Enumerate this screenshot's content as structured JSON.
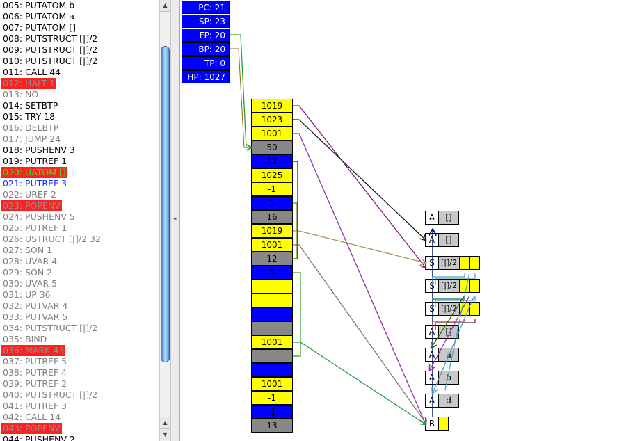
{
  "code_lines": [
    {
      "text": "005: PUTATOM b",
      "state": "cur"
    },
    {
      "text": "006: PUTATOM a",
      "state": "cur"
    },
    {
      "text": "007: PUTATOM []",
      "state": "cur"
    },
    {
      "text": "008: PUTSTRUCT [|]/2",
      "state": "cur"
    },
    {
      "text": "009: PUTSTRUCT [|]/2",
      "state": "cur"
    },
    {
      "text": "010: PUTSTRUCT [|]/2",
      "state": "cur"
    },
    {
      "text": "011: CALL 44",
      "state": "cur"
    },
    {
      "text": "012: HALT 1",
      "state": "bp"
    },
    {
      "text": "013: NO",
      "state": "done"
    },
    {
      "text": "014: SETBTP",
      "state": "cur"
    },
    {
      "text": "015: TRY 18",
      "state": "cur"
    },
    {
      "text": "016: DELBTP",
      "state": "done"
    },
    {
      "text": "017: JUMP 24",
      "state": "done"
    },
    {
      "text": "018: PUSHENV 3",
      "state": "cur"
    },
    {
      "text": "019: PUTREF 1",
      "state": "cur"
    },
    {
      "text": "020: UATOM []",
      "state": "bpgreen"
    },
    {
      "text": "021: PUTREF 3",
      "state": "sel"
    },
    {
      "text": "022: UREF 2",
      "state": "done"
    },
    {
      "text": "023: POPENV",
      "state": "bp"
    },
    {
      "text": "024: PUSHENV 5",
      "state": "done"
    },
    {
      "text": "025: PUTREF 1",
      "state": "done"
    },
    {
      "text": "026: USTRUCT [|]/2 32",
      "state": "done"
    },
    {
      "text": "027: SON 1",
      "state": "done"
    },
    {
      "text": "028: UVAR 4",
      "state": "done"
    },
    {
      "text": "029: SON 2",
      "state": "done"
    },
    {
      "text": "030: UVAR 5",
      "state": "done"
    },
    {
      "text": "031: UP 36",
      "state": "done"
    },
    {
      "text": "032: PUTVAR 4",
      "state": "done"
    },
    {
      "text": "033: PUTVAR 5",
      "state": "done"
    },
    {
      "text": "034: PUTSTRUCT [|]/2",
      "state": "done"
    },
    {
      "text": "035: BIND",
      "state": "done"
    },
    {
      "text": "036: MARK 43",
      "state": "bp"
    },
    {
      "text": "037: PUTREF 5",
      "state": "done"
    },
    {
      "text": "038: PUTREF 4",
      "state": "done"
    },
    {
      "text": "039: PUTREF 2",
      "state": "done"
    },
    {
      "text": "040: PUTSTRUCT [|]/2",
      "state": "done"
    },
    {
      "text": "041: PUTREF 3",
      "state": "done"
    },
    {
      "text": "042: CALL 14",
      "state": "done"
    },
    {
      "text": "043: POPENV",
      "state": "bp"
    },
    {
      "text": "044: PUSHENV 2",
      "state": "cur"
    }
  ],
  "registers": [
    {
      "label": "PC: 21"
    },
    {
      "label": "SP: 23"
    },
    {
      "label": "FP: 20"
    },
    {
      "label": "BP: 20"
    },
    {
      "label": "TP: 0"
    },
    {
      "label": "HP: 1027"
    }
  ],
  "stack": [
    {
      "value": "1019",
      "color": "yellow"
    },
    {
      "value": "1023",
      "color": "yellow"
    },
    {
      "value": "1001",
      "color": "yellow"
    },
    {
      "value": "50",
      "color": "gray"
    },
    {
      "value": "12",
      "color": "blue"
    },
    {
      "value": "1025",
      "color": "yellow"
    },
    {
      "value": "-1",
      "color": "yellow"
    },
    {
      "value": "5",
      "color": "blue"
    },
    {
      "value": "16",
      "color": "gray"
    },
    {
      "value": "1019",
      "color": "yellow"
    },
    {
      "value": "1001",
      "color": "yellow"
    },
    {
      "value": "12",
      "color": "gray"
    },
    {
      "value": "5",
      "color": "blue"
    },
    {
      "value": "",
      "color": "yellow"
    },
    {
      "value": "",
      "color": "yellow"
    },
    {
      "value": "",
      "color": "blue"
    },
    {
      "value": "",
      "color": "gray"
    },
    {
      "value": "1001",
      "color": "yellow"
    },
    {
      "value": "",
      "color": "gray"
    },
    {
      "value": "",
      "color": "blue"
    },
    {
      "value": "1001",
      "color": "yellow"
    },
    {
      "value": "-1",
      "color": "yellow"
    },
    {
      "value": "-1",
      "color": "blue"
    },
    {
      "value": "13",
      "color": "gray"
    }
  ],
  "heap": [
    {
      "tag": "A",
      "value": "[]",
      "kind": "atom"
    },
    {
      "tag": "A",
      "value": "[]",
      "kind": "atom"
    },
    {
      "tag": "S",
      "value": "[|]/2",
      "kind": "struct"
    },
    {
      "tag": "S",
      "value": "[|]/2",
      "kind": "struct"
    },
    {
      "tag": "S",
      "value": "[|]/2",
      "kind": "struct"
    },
    {
      "tag": "A",
      "value": "[]",
      "kind": "atom"
    },
    {
      "tag": "A",
      "value": "a",
      "kind": "atom"
    },
    {
      "tag": "A",
      "value": "b",
      "kind": "atom"
    },
    {
      "tag": "A",
      "value": "d",
      "kind": "atom"
    },
    {
      "tag": "R",
      "value": "",
      "kind": "ref"
    }
  ],
  "colors": {
    "register": "#0000ff",
    "yellow": "#ffff00",
    "blue": "#0000ff",
    "gray": "#888888",
    "breakpoint": "#ff2020"
  },
  "icons": {
    "scroll_up": "triangle-up-icon",
    "scroll_down": "triangle-down-icon",
    "splitter_grip": "grip-icon"
  }
}
